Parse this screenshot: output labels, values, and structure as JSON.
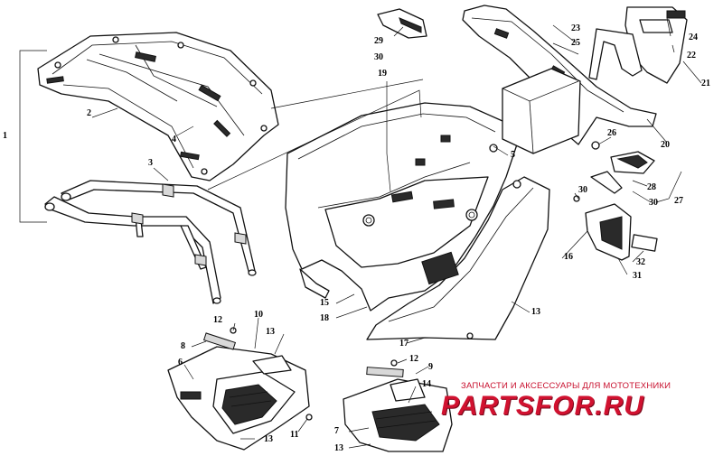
{
  "callouts": [
    "1",
    "2",
    "3",
    "4",
    "5",
    "6",
    "7",
    "8",
    "9",
    "10",
    "11",
    "12",
    "12",
    "13",
    "13",
    "13",
    "13",
    "14",
    "15",
    "16",
    "17",
    "18",
    "19",
    "20",
    "21",
    "22",
    "23",
    "24",
    "25",
    "26",
    "27",
    "28",
    "29",
    "30",
    "30",
    "30",
    "31",
    "32"
  ],
  "watermark": {
    "caption": "ЗАПЧАСТИ И АКСЕССУАРЫ ДЛЯ МОТОТЕХНИКИ",
    "logo": "PARTSFOR.RU"
  },
  "colors": {
    "line": "#111111",
    "watermark": "#d11230"
  }
}
